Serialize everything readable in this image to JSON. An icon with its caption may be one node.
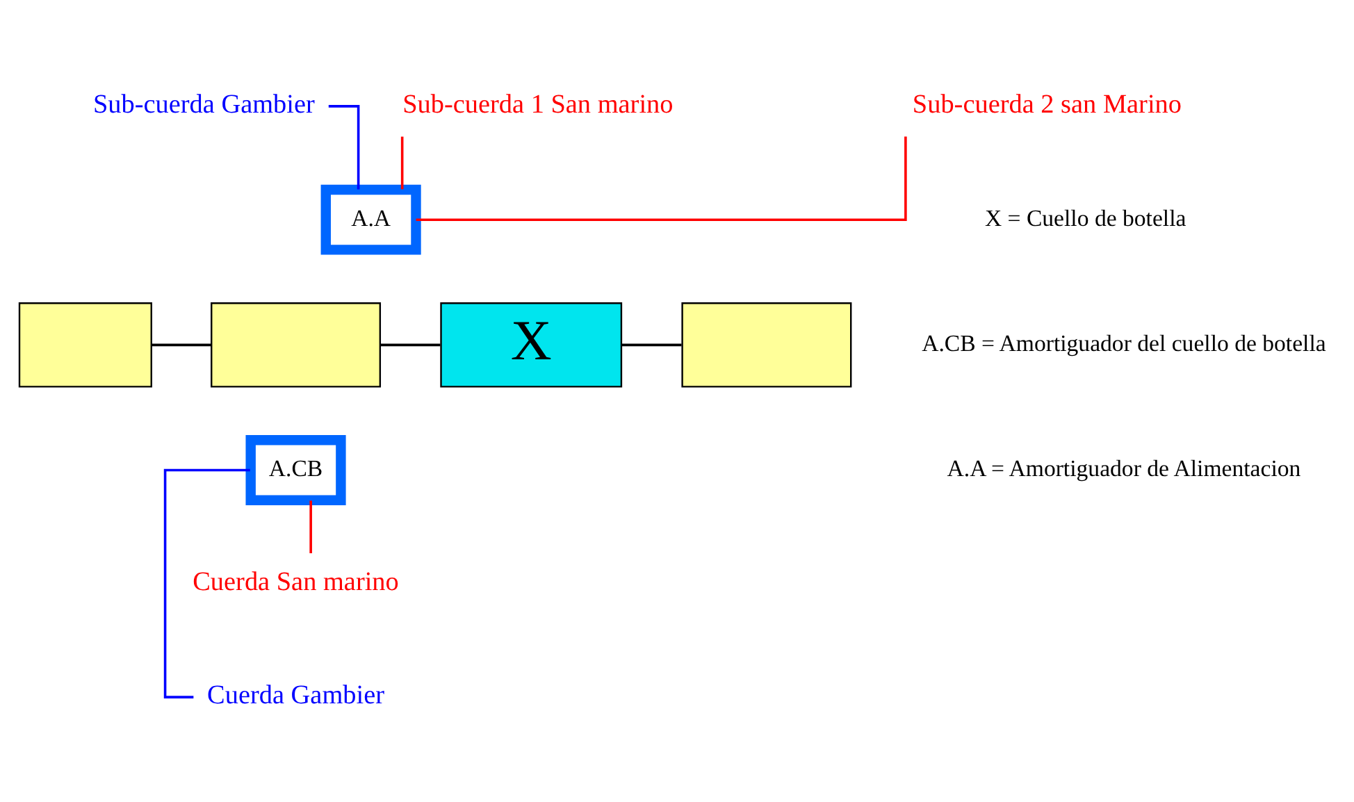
{
  "diagram": {
    "nodes": [
      {
        "text": [
          "Sub-cuerda Gambier"
        ]
      },
      {
        "text": [
          "Sub-cuerda 1 San marino"
        ]
      },
      {
        "text": [
          "Sub-cuerda 2 san Marino"
        ]
      },
      {
        "text": [
          "A.A"
        ]
      },
      {
        "text": [],
        "shape": "box"
      },
      {
        "text": [],
        "shape": "box"
      },
      {
        "text": [
          "X"
        ]
      },
      {
        "text": [],
        "shape": "box"
      },
      {
        "text": [
          "A.CB"
        ]
      },
      {
        "text": [
          "Cuerda San marino"
        ]
      },
      {
        "text": [
          "Cuerda Gambier"
        ]
      }
    ],
    "edges": [
      {
        "from": 0,
        "to": 3,
        "arrow": "none",
        "color": "#0000ff"
      },
      {
        "from": 1,
        "to": 3,
        "arrow": "none",
        "color": "#ff0000"
      },
      {
        "from": 2,
        "to": 3,
        "arrow": "none",
        "color": "#ff0000"
      },
      {
        "from": 4,
        "to": 5,
        "arrow": "none",
        "color": "#000000"
      },
      {
        "from": 5,
        "to": 6,
        "arrow": "none",
        "color": "#000000"
      },
      {
        "from": 6,
        "to": 7,
        "arrow": "none",
        "color": "#000000"
      },
      {
        "from": 9,
        "to": 8,
        "arrow": "none",
        "color": "#ff0000"
      },
      {
        "from": 10,
        "to": 8,
        "arrow": "none",
        "color": "#0000ff"
      }
    ],
    "labels": [
      "X = Cuello de botella",
      "A.CB = Amortiguador del cuello de botella",
      "A.A = Amortiguador de Alimentacion"
    ]
  }
}
